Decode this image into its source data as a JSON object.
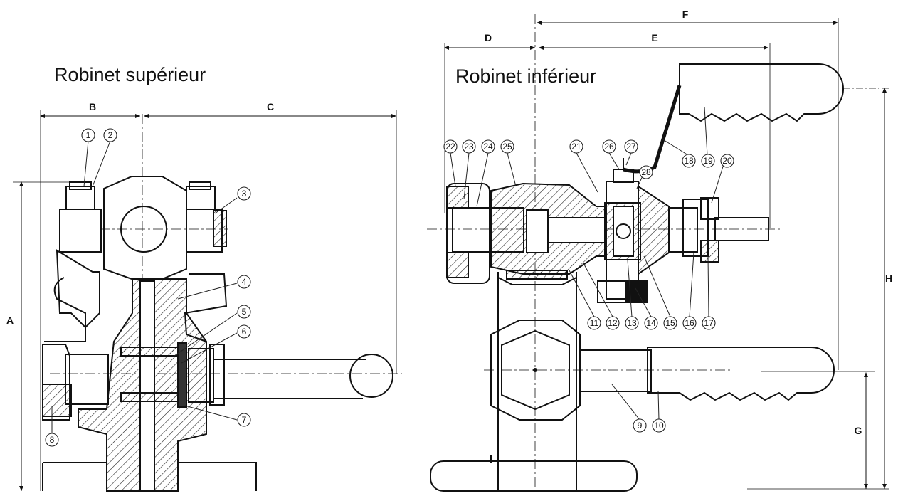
{
  "titles": {
    "upper": "Robinet supérieur",
    "lower": "Robinet inférieur"
  },
  "dimensions": {
    "A": "A",
    "B": "B",
    "C": "C",
    "D": "D",
    "E": "E",
    "F": "F",
    "G": "G",
    "H": "H"
  },
  "callouts": [
    "1",
    "2",
    "3",
    "4",
    "5",
    "6",
    "7",
    "8",
    "9",
    "10",
    "11",
    "12",
    "13",
    "14",
    "15",
    "16",
    "17",
    "18",
    "19",
    "20",
    "21",
    "22",
    "23",
    "24",
    "25",
    "26",
    "27",
    "28"
  ]
}
